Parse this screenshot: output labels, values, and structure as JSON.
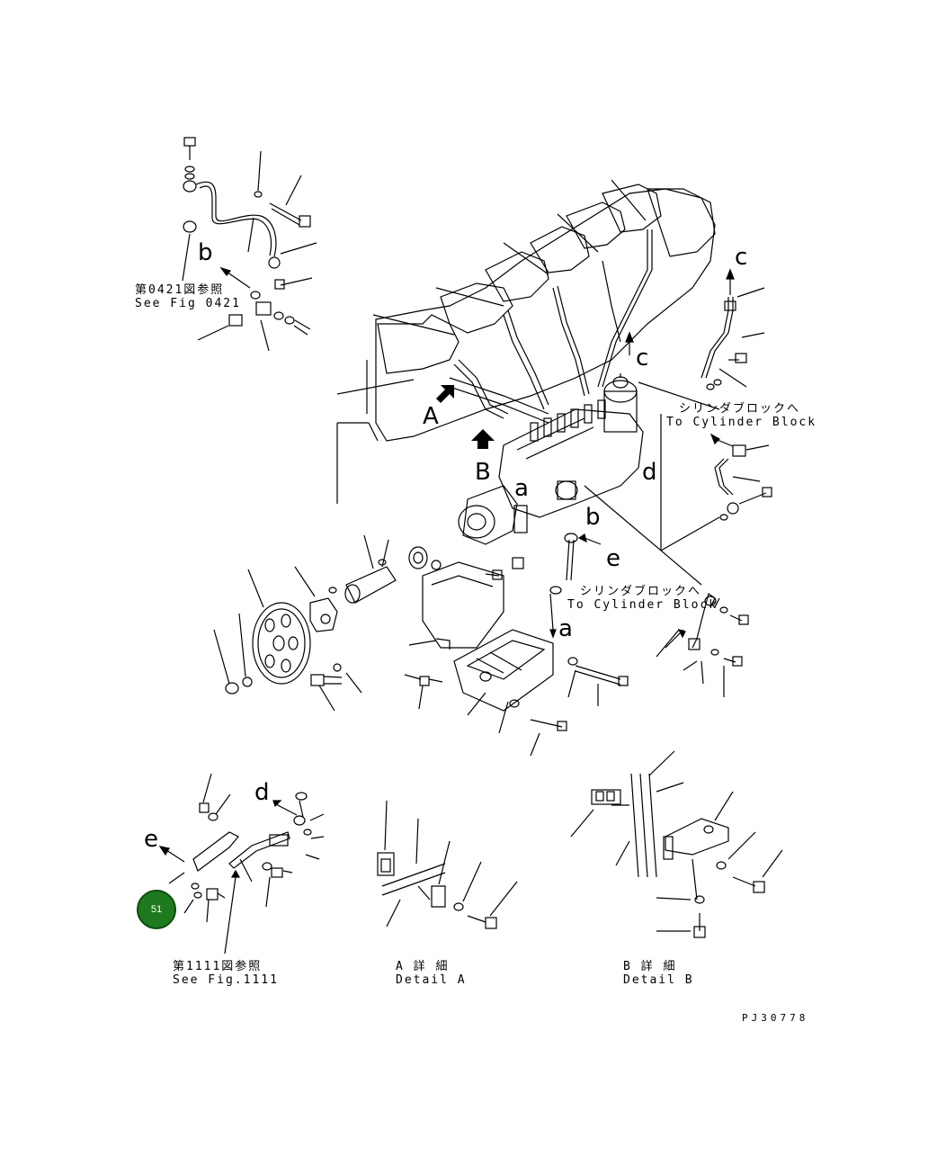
{
  "diagram": {
    "see_fig_0421_jp": "第0421図参照",
    "see_fig_0421_en": "See Fig 0421",
    "to_cylinder_block_jp": "シリンダブロックへ",
    "to_cylinder_block_en": "To Cylinder Block",
    "see_fig_1111_jp": "第1111図参照",
    "see_fig_1111_en": "See Fig.1111",
    "detail_a_jp": "A 詳 細",
    "detail_a_en": "Detail A",
    "detail_b_jp": "B 詳 細",
    "detail_b_en": "Detail B",
    "drawing_number": "PJ30778"
  },
  "view_letters": {
    "a1": "a",
    "a2": "a",
    "b1": "b",
    "b2": "b",
    "c1": "c",
    "c2": "c",
    "d1": "d",
    "d2": "d",
    "e1": "e",
    "e2": "e",
    "A": "A",
    "B": "B"
  },
  "callouts": [
    {
      "label": "51",
      "color": "#1e7a1e"
    }
  ]
}
